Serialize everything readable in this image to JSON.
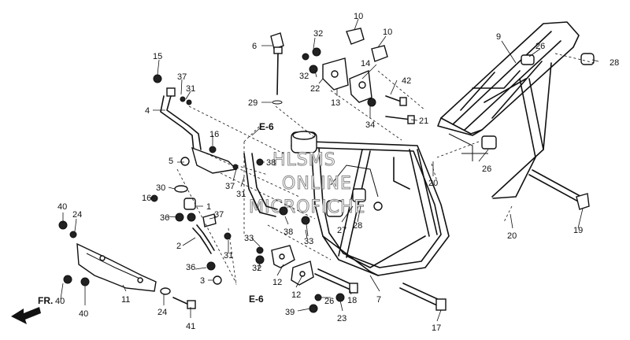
{
  "labels": {
    "l10a": "10",
    "l10b": "10",
    "l32a": "32",
    "l6": "6",
    "l9": "9",
    "l15": "15",
    "l14": "14",
    "l26a": "26",
    "l28a": "28",
    "l32b": "32",
    "l42": "42",
    "l37a": "37",
    "l31a": "31",
    "l22": "22",
    "l13": "13",
    "l29": "29",
    "l4": "4",
    "l34": "34",
    "l21": "21",
    "e6a": "E-6",
    "l16a": "16",
    "l38a": "38",
    "l5": "5",
    "l26b": "26",
    "l37b": "37",
    "l31b": "31",
    "l20a": "20",
    "l30": "30",
    "l16b": "16",
    "l1": "1",
    "l40a": "40",
    "l24a": "24",
    "l36a": "36",
    "l37c": "37",
    "l27": "27",
    "l28b": "28",
    "l38b": "38",
    "l2": "2",
    "l33a": "33",
    "l33b": "33",
    "l31c": "31",
    "l20b": "20",
    "l19": "19",
    "l32c": "32",
    "l36b": "36",
    "l3": "3",
    "l12a": "12",
    "l12b": "12",
    "l40b": "40",
    "l11": "11",
    "l40c": "40",
    "l24b": "24",
    "e6b": "E-6",
    "l26c": "26",
    "l18": "18",
    "l7": "7",
    "l39": "39",
    "l23": "23",
    "l41": "41",
    "l17": "17",
    "fr": "FR."
  },
  "watermark": [
    "HLSMS",
    "ONLINE",
    "MICROFICHE"
  ]
}
